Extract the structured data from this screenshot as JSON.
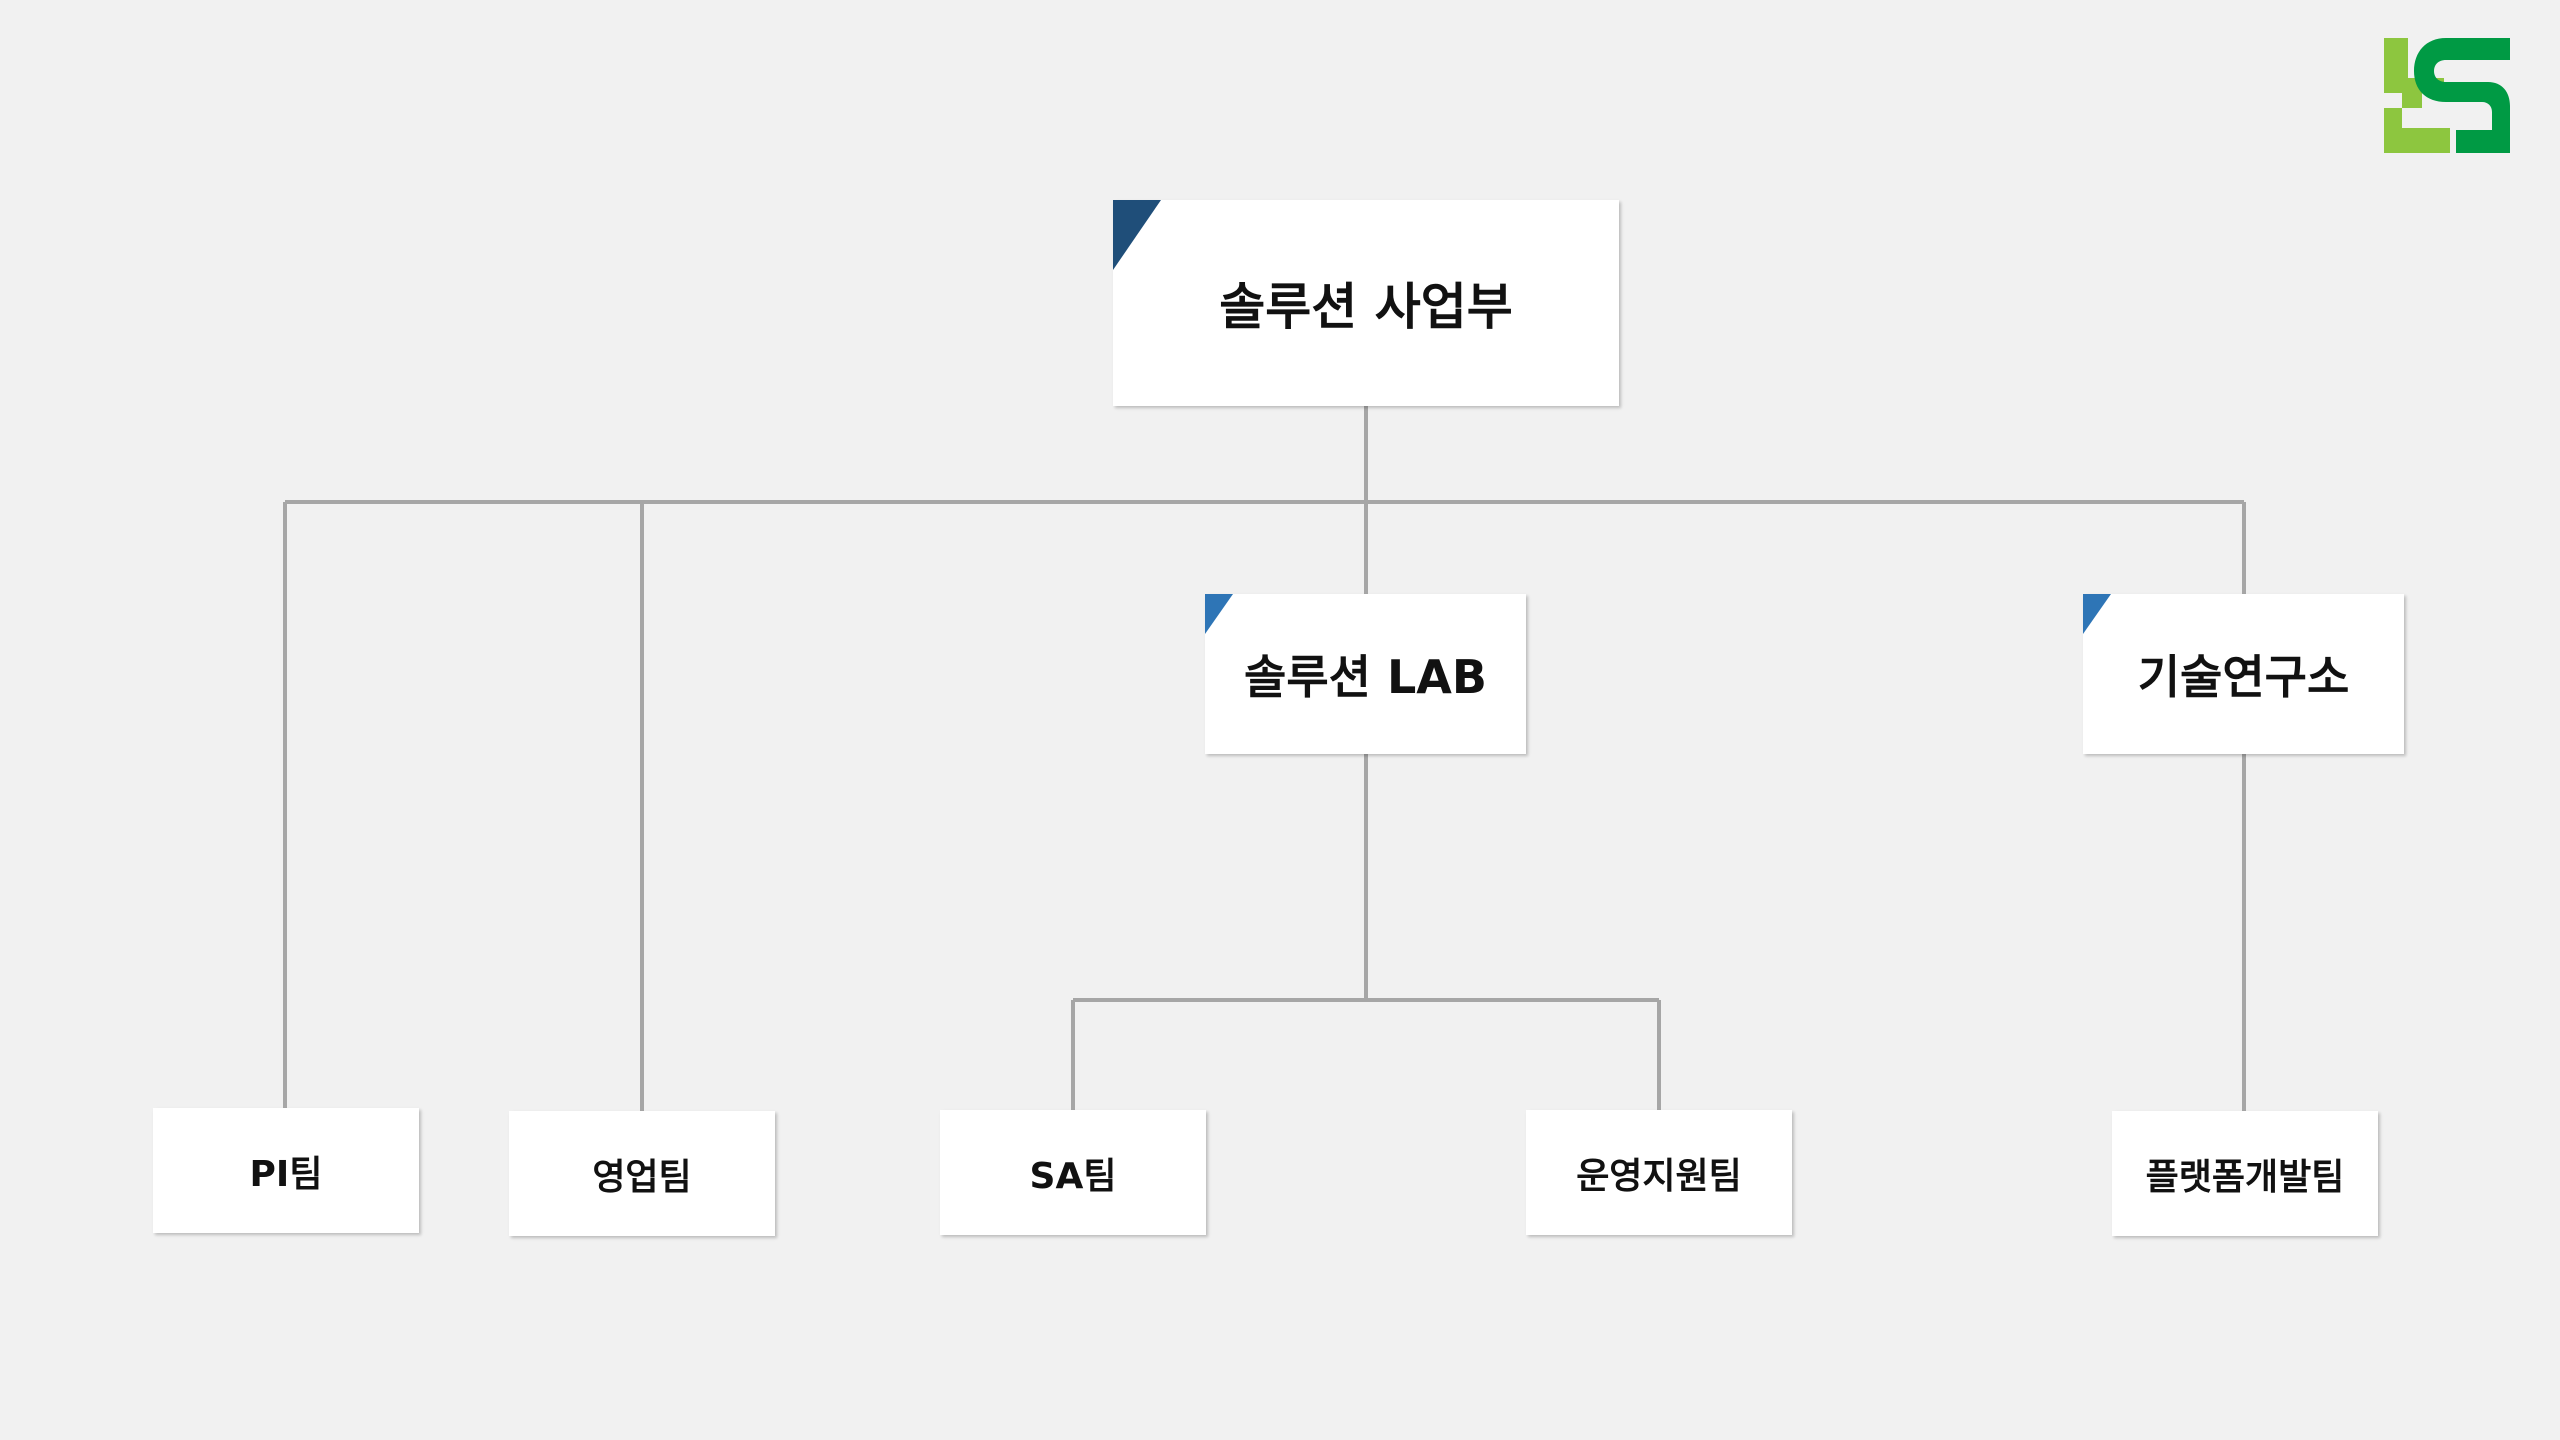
{
  "org_chart": {
    "root": {
      "label": "솔루션 사업부"
    },
    "divisions": {
      "lab": {
        "label": "솔루션 LAB"
      },
      "rnd": {
        "label": "기술연구소"
      }
    },
    "teams": {
      "pi": {
        "label": "PI팀"
      },
      "sales": {
        "label": "영업팀"
      },
      "sa": {
        "label": "SA팀"
      },
      "ops": {
        "label": "운영지원팀"
      },
      "platform": {
        "label": "플랫폼개발팀"
      }
    }
  },
  "colors": {
    "background": "#f1f1f1",
    "root_accent": "#1f4e79",
    "division_accent": "#2e75b6",
    "connector": "#a6a6a6",
    "logo_light_green": "#8dc63f",
    "logo_dark_green": "#009a44"
  },
  "logo": {
    "name": "company-logo-icon"
  }
}
